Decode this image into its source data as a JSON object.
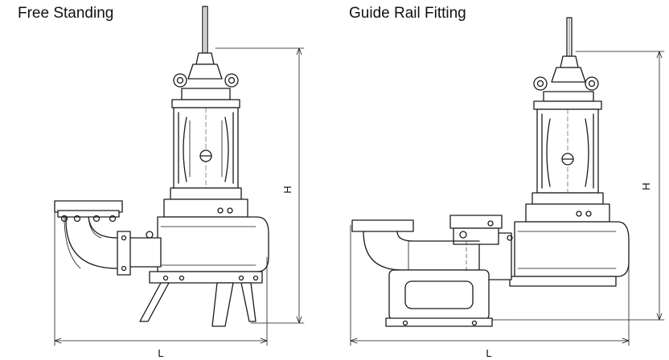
{
  "views": {
    "free_standing": {
      "title": "Free Standing",
      "dim_height": "H",
      "dim_length": "L"
    },
    "guide_rail": {
      "title": "Guide Rail Fitting",
      "dim_height": "H",
      "dim_length": "L"
    }
  },
  "colors": {
    "line": "#1a1a1a",
    "fill": "#ffffff",
    "light": "#d9d9d9"
  }
}
